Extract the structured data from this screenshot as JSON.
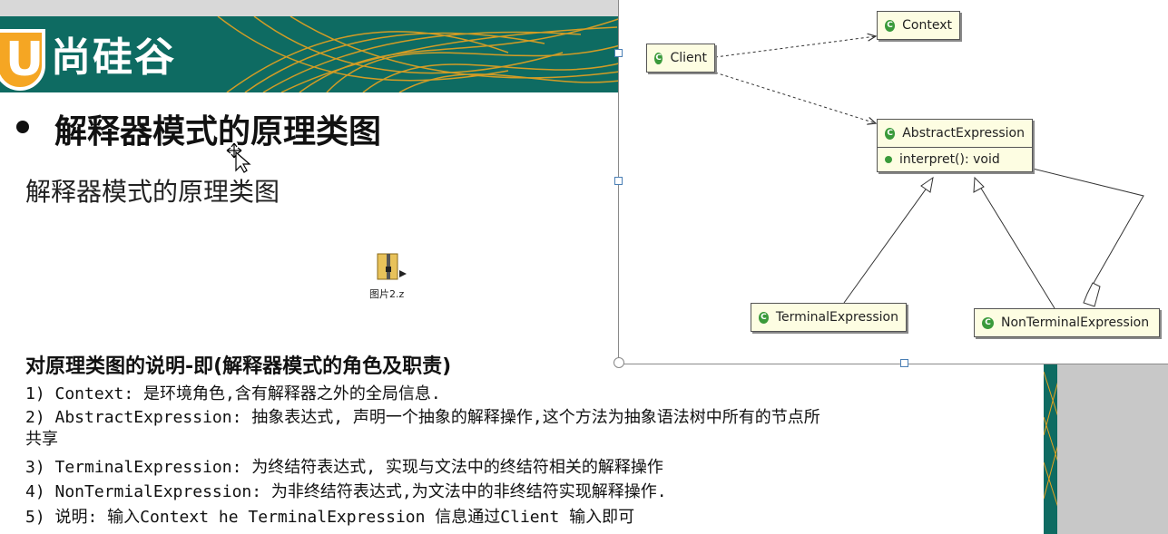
{
  "slide": {
    "logo_letter": "U",
    "logo_text": "尚硅谷",
    "title": "解释器模式的原理类图",
    "subtitle": "解释器模式的原理类图",
    "file_label": "图片2.z",
    "desc_heading": "对原理类图的说明-即(解释器模式的角色及职责)",
    "desc_lines": [
      "1) Context: 是环境角色,含有解释器之外的全局信息.",
      "2) AbstractExpression: 抽象表达式, 声明一个抽象的解释操作,这个方法为抽象语法树中所有的节点所",
      "   共享",
      "3) TerminalExpression: 为终结符表达式, 实现与文法中的终结符相关的解释操作",
      "4) NonTermialExpression: 为非终结符表达式,为文法中的非终结符实现解释操作.",
      "5) 说明: 输入Context he TerminalExpression 信息通过Client 输入即可"
    ]
  },
  "diagram": {
    "class_icon": "C",
    "classes": {
      "client": "Client",
      "context": "Context",
      "abstract": "AbstractExpression",
      "abstract_method": "interpret(): void",
      "terminal": "TerminalExpression",
      "nonterminal": "NonTerminalExpression"
    }
  },
  "colors": {
    "banner": "#0e6b62",
    "logo_orange": "#f5a623",
    "uml_fill": "#fdfde2",
    "uml_icon": "#3a9a3a"
  }
}
